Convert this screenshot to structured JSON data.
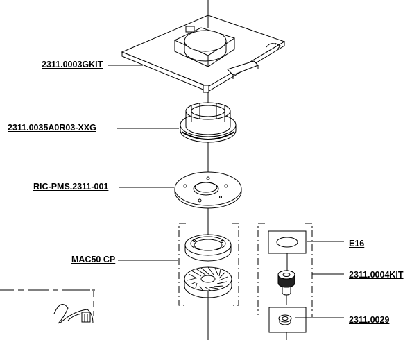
{
  "parts": [
    {
      "id": "gasket_kit",
      "code": "2311.0003GKIT"
    },
    {
      "id": "burr_carrier",
      "code": "2311.0035A0R03-XXG"
    },
    {
      "id": "burr_plate",
      "code": "RIC-PMS.2311-001"
    },
    {
      "id": "burr_set",
      "code": "MAC50 CP"
    },
    {
      "id": "washer",
      "code": "E16"
    },
    {
      "id": "adjust_knob_kit",
      "code": "2311.0004KIT"
    },
    {
      "id": "nut",
      "code": "2311.0029"
    }
  ],
  "colors": {
    "line": "#000000",
    "paper": "#ffffff"
  }
}
